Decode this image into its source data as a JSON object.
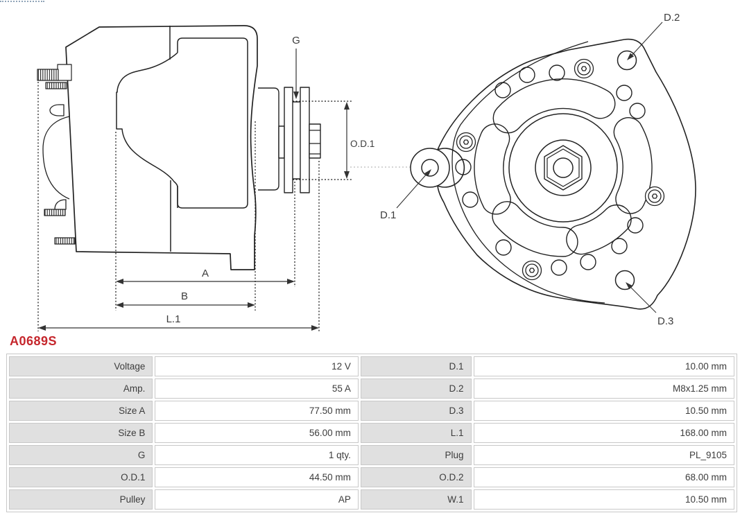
{
  "part_number": "A0689S",
  "colors": {
    "accent_red": "#c5262c",
    "line": "#222222",
    "table_label_bg": "#e0e0e0",
    "table_border": "#c8c8c8",
    "text": "#3c3c3c"
  },
  "diagram": {
    "side_view": {
      "labels": {
        "g": "G",
        "od1": "O.D.1",
        "a": "A",
        "b": "B",
        "l1": "L.1"
      }
    },
    "front_view": {
      "labels": {
        "d1": "D.1",
        "d2": "D.2",
        "d3": "D.3"
      }
    }
  },
  "table": {
    "rows": [
      {
        "l1": "Voltage",
        "v1": "12 V",
        "l2": "D.1",
        "v2": "10.00 mm"
      },
      {
        "l1": "Amp.",
        "v1": "55 A",
        "l2": "D.2",
        "v2": "M8x1.25 mm"
      },
      {
        "l1": "Size A",
        "v1": "77.50 mm",
        "l2": "D.3",
        "v2": "10.50 mm"
      },
      {
        "l1": "Size B",
        "v1": "56.00 mm",
        "l2": "L.1",
        "v2": "168.00 mm"
      },
      {
        "l1": "G",
        "v1": "1 qty.",
        "l2": "Plug",
        "v2": "PL_9105"
      },
      {
        "l1": "O.D.1",
        "v1": "44.50 mm",
        "l2": "O.D.2",
        "v2": "68.00 mm"
      },
      {
        "l1": "Pulley",
        "v1": "AP",
        "l2": "W.1",
        "v2": "10.50 mm"
      }
    ]
  }
}
